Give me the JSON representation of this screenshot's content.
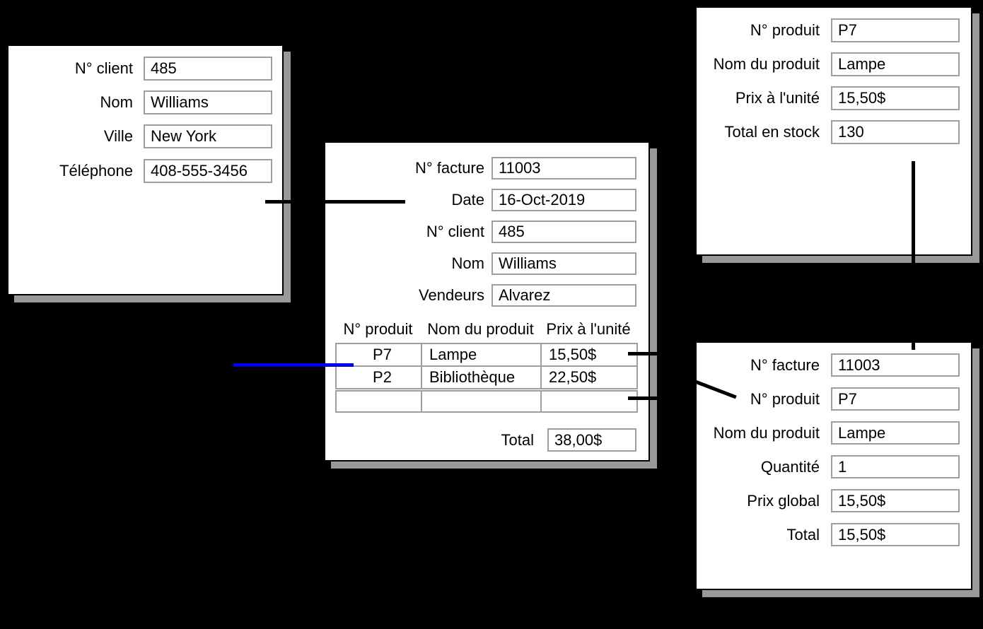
{
  "colors": {
    "background": "#000000",
    "card_fill": "#ffffff",
    "card_border": "#000000",
    "card_shadow": "#999999",
    "field_border": "#9e9e9e",
    "text": "#000000",
    "connector_black": "#000000",
    "connector_blue": "#0000ee"
  },
  "client_card": {
    "fields": [
      {
        "label": "N° client",
        "value": "485"
      },
      {
        "label": "Nom",
        "value": "Williams"
      },
      {
        "label": "Ville",
        "value": "New York"
      },
      {
        "label": "Téléphone",
        "value": "408-555-3456"
      }
    ]
  },
  "invoice_card": {
    "fields": [
      {
        "label": "N° facture",
        "value": "11003"
      },
      {
        "label": "Date",
        "value": "16-Oct-2019"
      },
      {
        "label": "N° client",
        "value": "485"
      },
      {
        "label": "Nom",
        "value": "Williams"
      },
      {
        "label": "Vendeurs",
        "value": "Alvarez"
      }
    ],
    "table": {
      "headers": [
        "N° produit",
        "Nom du produit",
        "Prix à l'unité"
      ],
      "rows": [
        [
          "P7",
          "Lampe",
          "15,50$"
        ],
        [
          "P2",
          "Bibliothèque",
          "22,50$"
        ]
      ],
      "empty_row": [
        "",
        "",
        ""
      ]
    },
    "total": {
      "label": "Total",
      "value": "38,00$"
    }
  },
  "product_card": {
    "fields": [
      {
        "label": "N° produit",
        "value": "P7"
      },
      {
        "label": "Nom du produit",
        "value": "Lampe"
      },
      {
        "label": "Prix à l'unité",
        "value": "15,50$"
      },
      {
        "label": "Total en stock",
        "value": "130"
      }
    ]
  },
  "invoice_line_card": {
    "fields": [
      {
        "label": "N° facture",
        "value": "11003"
      },
      {
        "label": "N° produit",
        "value": "P7"
      },
      {
        "label": "Nom du produit",
        "value": "Lampe"
      },
      {
        "label": "Quantité",
        "value": "1"
      },
      {
        "label": "Prix global",
        "value": "15,50$"
      },
      {
        "label": "Total",
        "value": "15,50$"
      }
    ]
  }
}
